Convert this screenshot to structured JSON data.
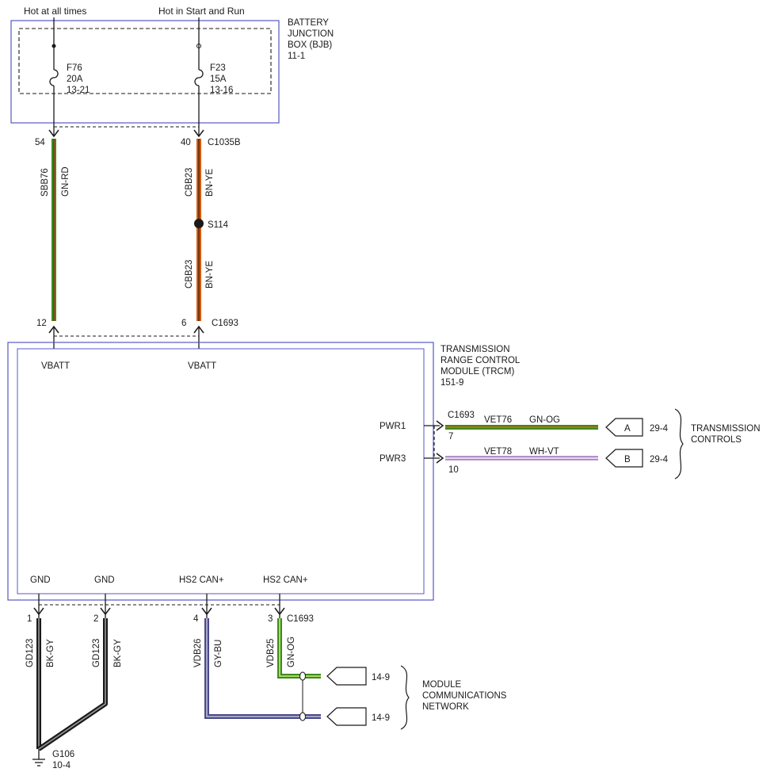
{
  "top_labels": {
    "hot_at_all_times": "Hot at all times",
    "hot_in_start_run": "Hot in Start and Run"
  },
  "bjb": {
    "title_lines": [
      "BATTERY",
      "JUNCTION",
      "BOX (BJB)",
      "11-1"
    ],
    "fuses": [
      {
        "name": "F76",
        "amps": "20A",
        "ref": "13-21"
      },
      {
        "name": "F23",
        "amps": "15A",
        "ref": "13-16"
      }
    ]
  },
  "connectors": {
    "c1035b": "C1035B",
    "c1693_top": "C1693",
    "c1693_right": "C1693",
    "c1693_bottom": "C1693"
  },
  "pins": {
    "p54": "54",
    "p40": "40",
    "p12": "12",
    "p6": "6",
    "p7": "7",
    "p10": "10",
    "p1": "1",
    "p2": "2",
    "p4": "4",
    "p3": "3"
  },
  "wires": {
    "sbb76": {
      "circuit": "SBB76",
      "color": "GN-RD"
    },
    "cbb23_upper": {
      "circuit": "CBB23",
      "color": "BN-YE"
    },
    "cbb23_lower": {
      "circuit": "CBB23",
      "color": "BN-YE"
    },
    "vet76": {
      "circuit": "VET76",
      "color": "GN-OG"
    },
    "vet78": {
      "circuit": "VET78",
      "color": "WH-VT"
    },
    "gd123_a": {
      "circuit": "GD123",
      "color": "BK-GY"
    },
    "gd123_b": {
      "circuit": "GD123",
      "color": "BK-GY"
    },
    "vdb26": {
      "circuit": "VDB26",
      "color": "GY-BU"
    },
    "vdb25": {
      "circuit": "VDB25",
      "color": "GN-OG"
    }
  },
  "splice": "S114",
  "trcm": {
    "title_lines": [
      "TRANSMISSION",
      "RANGE CONTROL",
      "MODULE (TRCM)",
      "151-9"
    ],
    "pins": {
      "vbatt1": "VBATT",
      "vbatt2": "VBATT",
      "pwr1": "PWR1",
      "pwr3": "PWR3",
      "gnd1": "GND",
      "gnd2": "GND",
      "hs2_1": "HS2 CAN+",
      "hs2_2": "HS2 CAN+"
    }
  },
  "flags": {
    "a": {
      "letter": "A",
      "ref": "29-4"
    },
    "b": {
      "letter": "B",
      "ref": "29-4"
    },
    "can1_ref": "14-9",
    "can2_ref": "14-9"
  },
  "group_labels": {
    "transmission_controls": [
      "TRANSMISSION",
      "CONTROLS"
    ],
    "module_comm_network": [
      "MODULE",
      "COMMUNICATIONS",
      "NETWORK"
    ]
  },
  "ground": {
    "name": "G106",
    "ref": "10-4"
  },
  "colors": {
    "module_border": "#5858c8",
    "green": "#3d8a1e",
    "green_light": "#7fc93a",
    "orange": "#d85a10",
    "brown": "#5a2a0a",
    "purple": "#7a3aa0",
    "gray_blue": "#8a8ab8",
    "black": "#1a1a1a"
  }
}
